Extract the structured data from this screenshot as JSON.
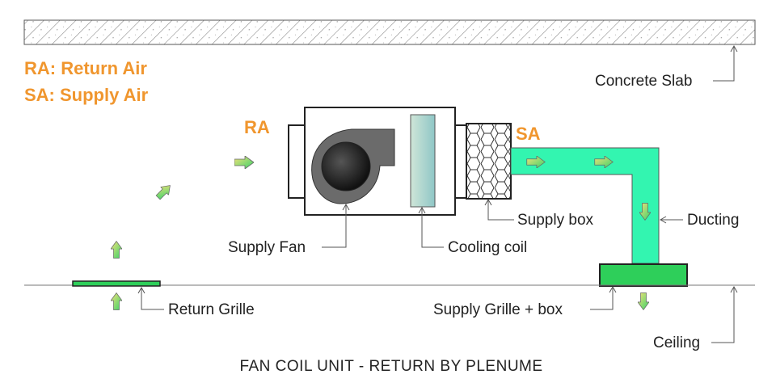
{
  "legend": {
    "ra": "RA: Return Air",
    "sa": "SA: Supply Air"
  },
  "flow_labels": {
    "ra": "RA",
    "sa": "SA"
  },
  "labels": {
    "concrete_slab": "Concrete Slab",
    "supply_fan": "Supply Fan",
    "cooling_coil": "Cooling coil",
    "supply_box": "Supply box",
    "ducting": "Ducting",
    "return_grille": "Return Grille",
    "supply_grille_box": "Supply Grille + box",
    "ceiling": "Ceiling"
  },
  "title": "FAN COIL UNIT - RETURN BY PLENUME",
  "colors": {
    "accent_text": "#f0962e",
    "duct_fill": "#33f5b0",
    "grille_fill": "#2ecf5a",
    "fan_body": "#6b6b6b",
    "coil_fill": "#a8d8c8"
  }
}
